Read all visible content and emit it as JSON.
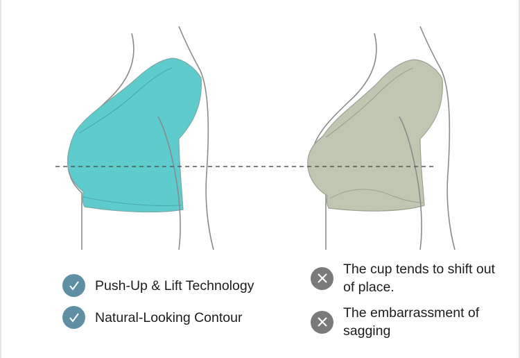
{
  "colors": {
    "good_fill": "#5ecbcd",
    "bad_fill": "#bfc7b3",
    "outline": "#8a8a8a",
    "dash": "#555555",
    "good_badge": "#5f8fa3",
    "bad_badge": "#7a7a7a"
  },
  "good_points": [
    {
      "icon": "check-icon",
      "text": "Push-Up & Lift Technology"
    },
    {
      "icon": "check-icon",
      "text": "Natural-Looking Contour"
    }
  ],
  "bad_points": [
    {
      "icon": "cross-icon",
      "text": "The cup tends to shift out of place."
    },
    {
      "icon": "cross-icon",
      "text": "The embarrassment of sagging"
    }
  ]
}
